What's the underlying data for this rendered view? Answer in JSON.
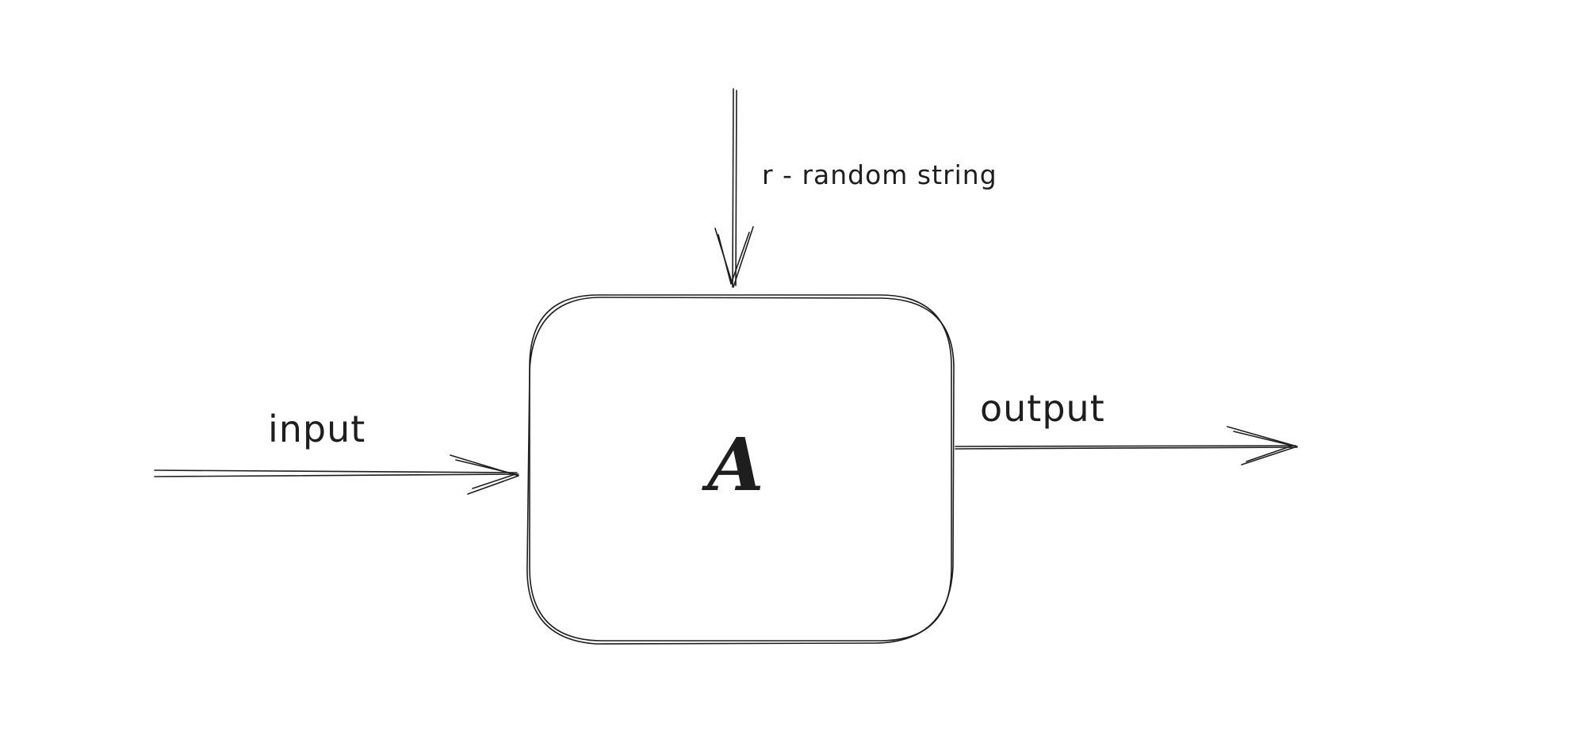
{
  "diagram": {
    "block_label": "A",
    "input_label": "input",
    "output_label": "output",
    "random_label": "r - random string"
  }
}
